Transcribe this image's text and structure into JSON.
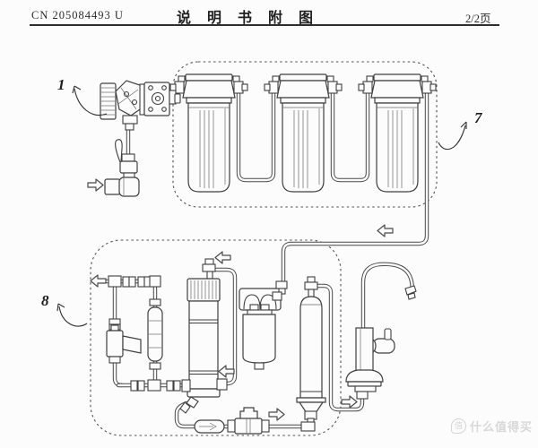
{
  "header": {
    "patent_number": "CN 205084493 U",
    "title": "说 明 书 附 图",
    "page_indicator": "2/2页"
  },
  "figure": {
    "labels": {
      "inlet_valve": "1",
      "prefilter_group": "7",
      "ro_module_group": "8"
    }
  },
  "watermark": {
    "logo_char": "值",
    "text": "什么值得买"
  },
  "colors": {
    "paper": "#fcfcfc",
    "line": "#3f3f3f",
    "dash": "#525252",
    "watermark": "#d8d8d8"
  }
}
